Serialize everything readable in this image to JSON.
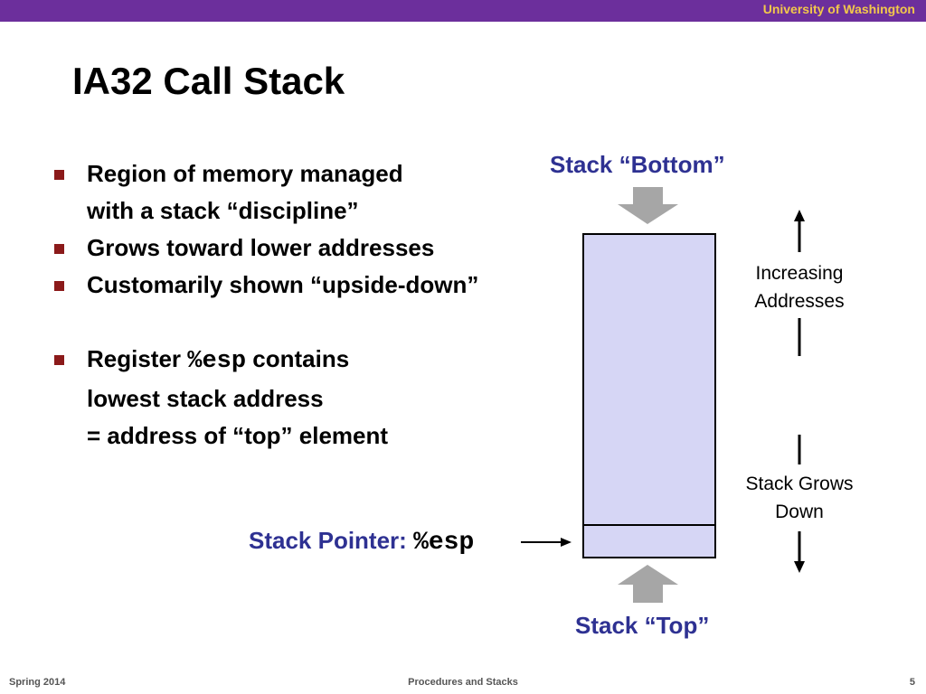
{
  "header": {
    "institution": "University of Washington"
  },
  "slide": {
    "title": "IA32 Call Stack",
    "bullets": [
      {
        "lines": [
          "Region of memory managed",
          "with a stack “discipline”"
        ]
      },
      {
        "lines": [
          "Grows toward lower addresses"
        ]
      },
      {
        "lines": [
          "Customarily shown “upside-down”"
        ]
      },
      {
        "prefix": "Register ",
        "code": "%esp",
        "suffix": " contains",
        "lines": [
          "lowest stack address",
          "= address of “top” element"
        ]
      }
    ]
  },
  "diagram": {
    "bottom_label": "Stack “Bottom”",
    "top_label": "Stack “Top”",
    "pointer_label": "Stack Pointer: ",
    "pointer_register": "%esp",
    "increasing_line1": "Increasing",
    "increasing_line2": "Addresses",
    "grows_line1": "Stack Grows",
    "grows_line2": "Down",
    "colors": {
      "stack_fill": "#d6d6f5",
      "label_blue": "#2e3192",
      "arrow_gray": "#a6a6a6"
    }
  },
  "footer": {
    "left": "Spring 2014",
    "center": "Procedures and Stacks",
    "page": "5"
  }
}
